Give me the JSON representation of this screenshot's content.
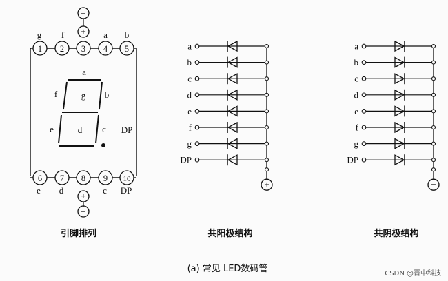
{
  "pinout": {
    "top_pins": [
      "1",
      "2",
      "3",
      "4",
      "5"
    ],
    "top_letters": [
      "g",
      "f",
      "",
      "a",
      "b"
    ],
    "bottom_pins": [
      "6",
      "7",
      "8",
      "9",
      "10"
    ],
    "bottom_letters": [
      "e",
      "d",
      "",
      "c",
      "DP"
    ],
    "segments": {
      "a": "a",
      "b": "b",
      "c": "c",
      "d": "d",
      "e": "e",
      "f": "f",
      "g": "g",
      "dp": "DP"
    },
    "minus": "−",
    "plus": "+",
    "caption": "引脚排列"
  },
  "common_anode": {
    "rows": [
      "a",
      "b",
      "c",
      "d",
      "e",
      "f",
      "g",
      "DP"
    ],
    "terminal": "+",
    "caption": "共阳极结构"
  },
  "common_cathode": {
    "rows": [
      "a",
      "b",
      "c",
      "d",
      "e",
      "f",
      "g",
      "DP"
    ],
    "terminal": "−",
    "caption": "共阴极结构"
  },
  "figure_caption": "(a) 常见 LED数码管",
  "watermark": "CSDN @晋中科技"
}
